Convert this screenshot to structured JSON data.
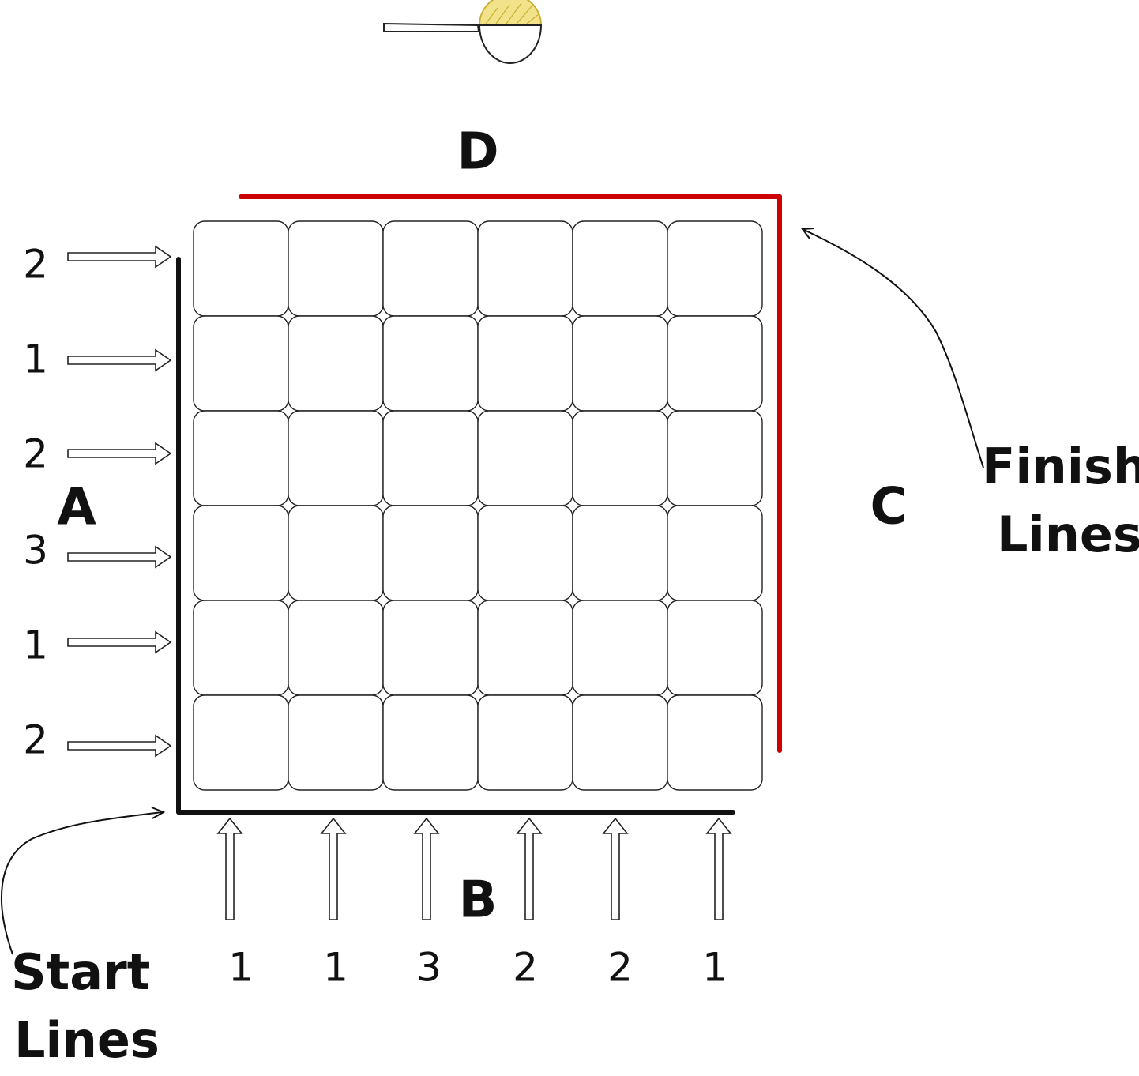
{
  "grid": {
    "rows": 6,
    "cols": 6
  },
  "row_numbers": [
    "2",
    "1",
    "2",
    "3",
    "1",
    "2"
  ],
  "col_numbers": [
    "1",
    "1",
    "3",
    "2",
    "2",
    "1"
  ],
  "side_labels": {
    "left": "A",
    "bottom": "B",
    "right": "C",
    "top": "D"
  },
  "captions": {
    "start_line1": "Start",
    "start_line2": "Lines",
    "finish_line1": "Finish",
    "finish_line2": "Lines"
  },
  "colors": {
    "start_line": "#111111",
    "finish_line": "#cc0000",
    "cell_stroke": "#222222",
    "spoon_fill": "#f2e38a"
  },
  "icons": [
    "spoon-icon"
  ]
}
